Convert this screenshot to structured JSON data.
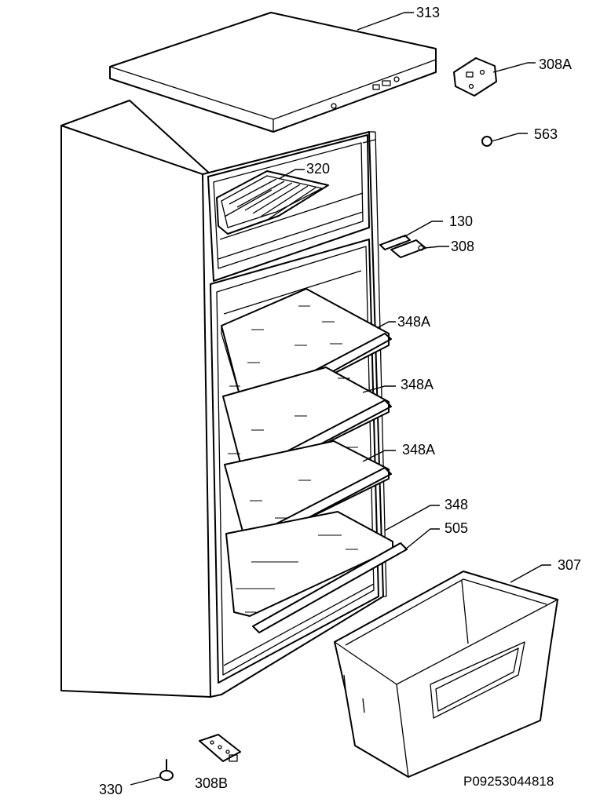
{
  "diagram": {
    "callouts": [
      {
        "id": "313",
        "text": "313"
      },
      {
        "id": "308A",
        "text": "308A"
      },
      {
        "id": "563",
        "text": "563"
      },
      {
        "id": "320",
        "text": "320"
      },
      {
        "id": "130",
        "text": "130"
      },
      {
        "id": "308",
        "text": "308"
      },
      {
        "id": "348A-1",
        "text": "348A"
      },
      {
        "id": "348A-2",
        "text": "348A"
      },
      {
        "id": "348A-3",
        "text": "348A"
      },
      {
        "id": "348",
        "text": "348"
      },
      {
        "id": "505",
        "text": "505"
      },
      {
        "id": "307",
        "text": "307"
      },
      {
        "id": "330",
        "text": "330"
      },
      {
        "id": "308B",
        "text": "308B"
      }
    ],
    "reference_code": "P09253044818"
  }
}
